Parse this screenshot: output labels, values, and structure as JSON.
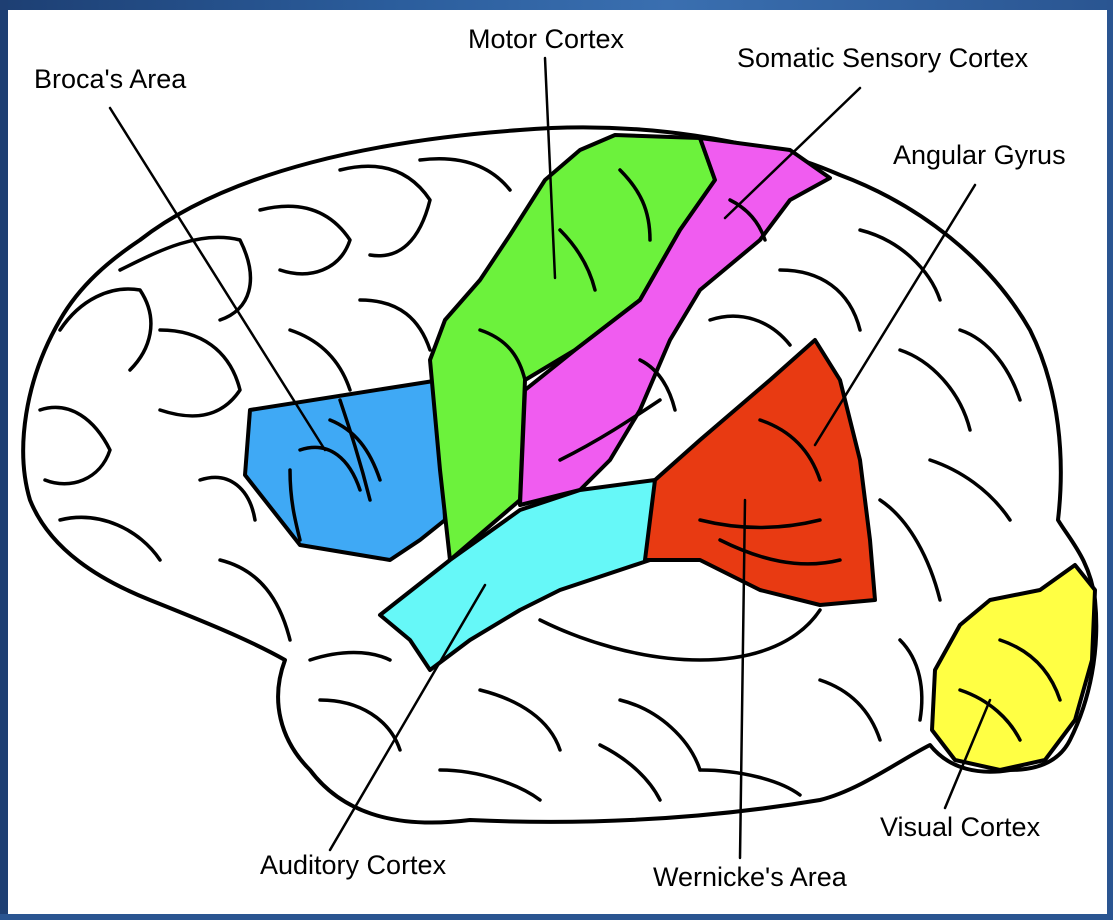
{
  "labels": {
    "motor_cortex": "Motor Cortex",
    "somatic_sensory_cortex": "Somatic Sensory Cortex",
    "brocas_area": "Broca's Area",
    "angular_gyrus": "Angular Gyrus",
    "visual_cortex": "Visual Cortex",
    "auditory_cortex": "Auditory Cortex",
    "wernickes_area": "Wernicke's Area"
  },
  "colors": {
    "brocas_area": "#3fa9f5",
    "motor_cortex": "#6cf23c",
    "somatic_sensory_cortex": "#f05cf0",
    "auditory_cortex": "#66f8f8",
    "wernickes_area": "#e83a12",
    "visual_cortex": "#ffff44",
    "frame": "#2a5591"
  }
}
